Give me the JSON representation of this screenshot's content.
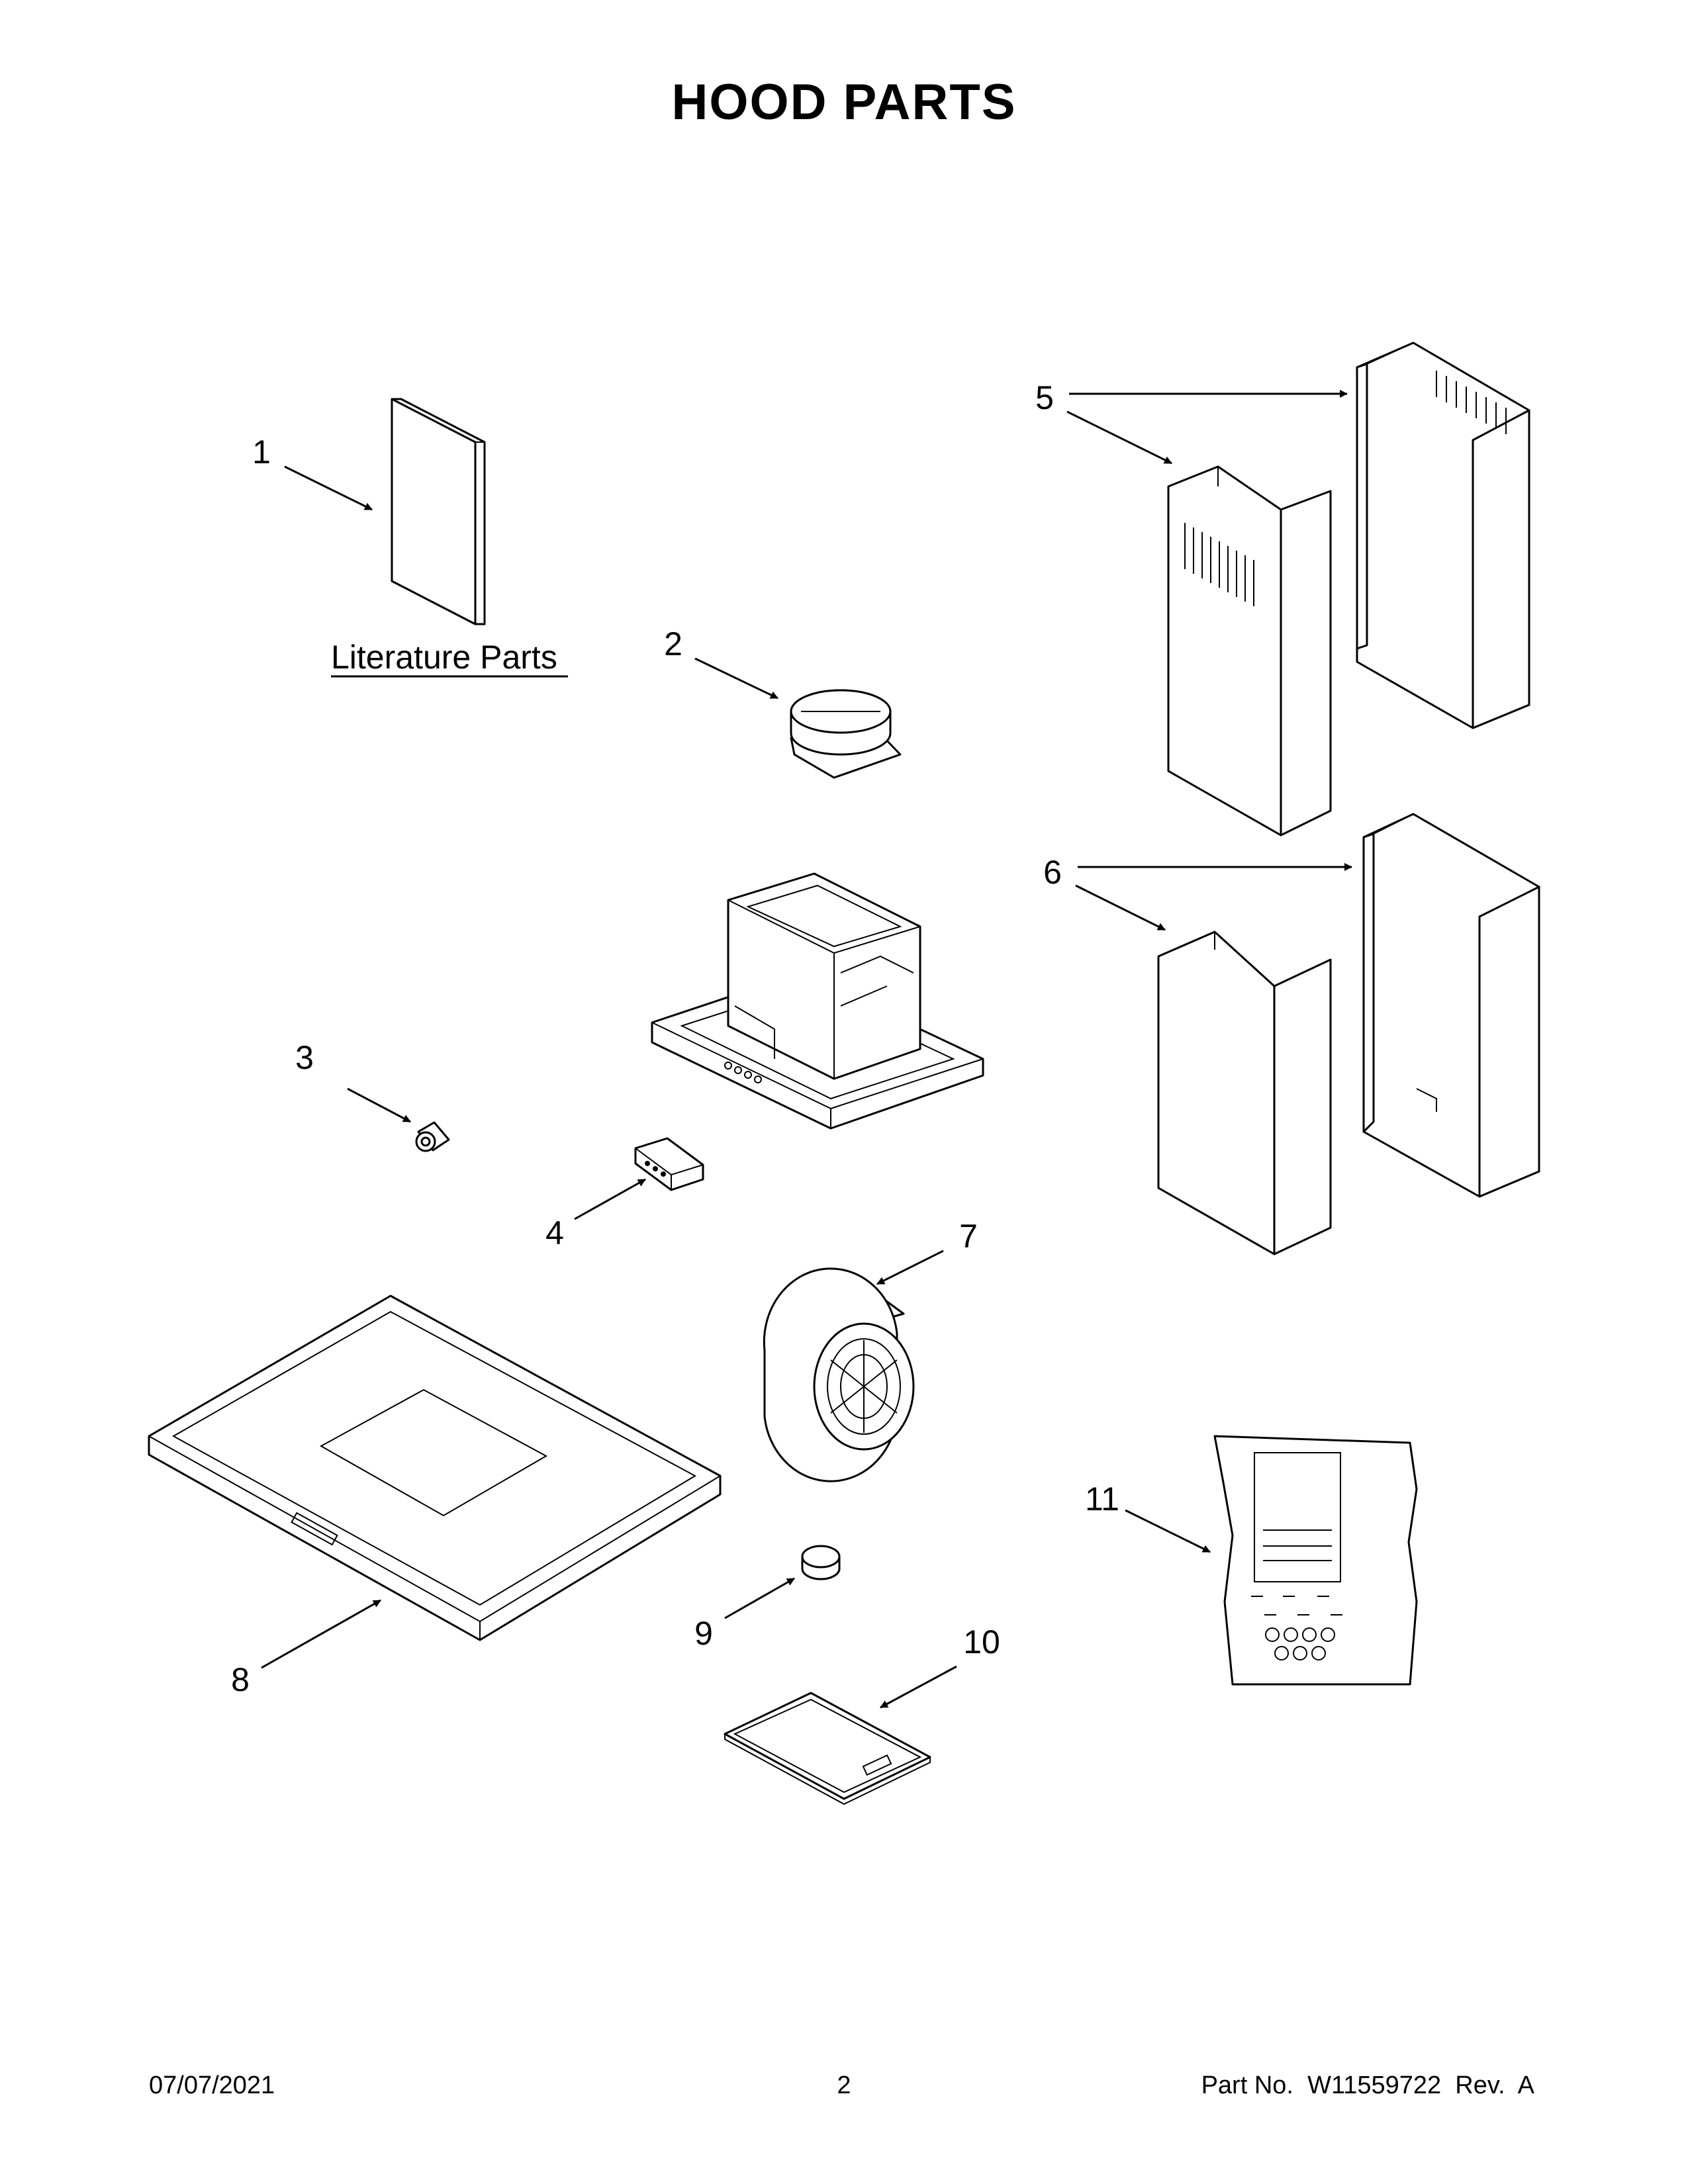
{
  "title": "HOOD PARTS",
  "literature_label": "Literature Parts",
  "callouts": [
    "1",
    "2",
    "3",
    "4",
    "5",
    "6",
    "7",
    "8",
    "9",
    "10",
    "11"
  ],
  "footer": {
    "date": "07/07/2021",
    "page": "2",
    "part_number": "Part No.  W11559722  Rev.  A"
  }
}
